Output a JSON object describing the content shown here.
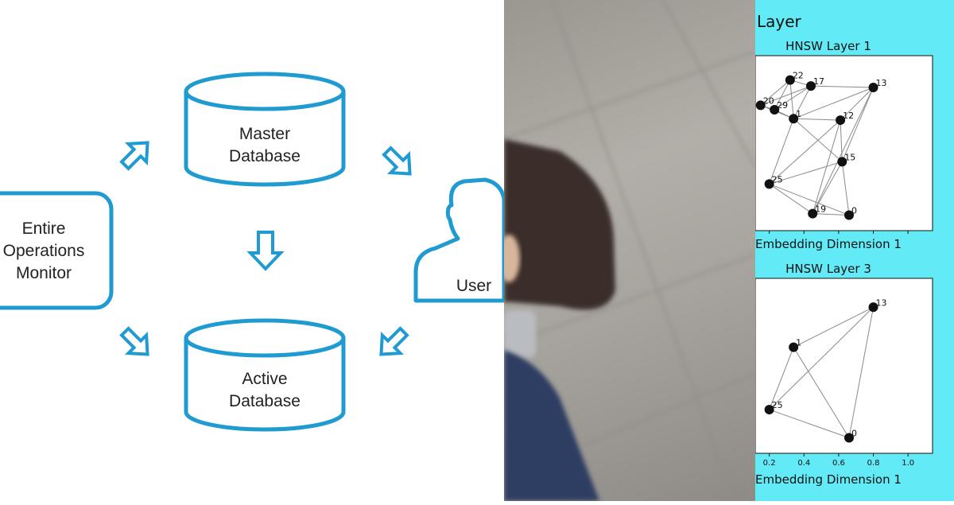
{
  "diagram": {
    "nodes": {
      "master_db": [
        "Master",
        "Database"
      ],
      "active_db": [
        "Active",
        "Database"
      ],
      "monitor": [
        "Entire",
        "Operations",
        "Monitor"
      ],
      "user": "User"
    },
    "accent_color": "#1f9bd1"
  },
  "photo": {
    "description_colors": {
      "pavement": "#a8a59f",
      "jacket": "#2d3e63",
      "bag": "#3a2b2a"
    }
  },
  "charts": {
    "panel_color": "#62eaf6",
    "header_fragment": "Layer",
    "chart_data": [
      {
        "type": "scatter",
        "title": "HNSW Layer 1",
        "xlabel": "Embedding Dimension 1",
        "xlim": [
          0.0,
          1.1
        ],
        "ylim": [
          0.0,
          1.05
        ],
        "points": [
          {
            "label": "22",
            "x": 0.32,
            "y": 0.95
          },
          {
            "label": "17",
            "x": 0.44,
            "y": 0.91
          },
          {
            "label": "13",
            "x": 0.8,
            "y": 0.9
          },
          {
            "label": "20",
            "x": 0.15,
            "y": 0.78
          },
          {
            "label": "29",
            "x": 0.23,
            "y": 0.75
          },
          {
            "label": "1",
            "x": 0.34,
            "y": 0.69
          },
          {
            "label": "12",
            "x": 0.61,
            "y": 0.68
          },
          {
            "label": "15",
            "x": 0.62,
            "y": 0.4
          },
          {
            "label": "25",
            "x": 0.2,
            "y": 0.25
          },
          {
            "label": "19",
            "x": 0.45,
            "y": 0.05
          },
          {
            "label": "0",
            "x": 0.66,
            "y": 0.04
          }
        ],
        "edges": [
          [
            "22",
            "17"
          ],
          [
            "22",
            "20"
          ],
          [
            "22",
            "29"
          ],
          [
            "22",
            "1"
          ],
          [
            "17",
            "29"
          ],
          [
            "17",
            "1"
          ],
          [
            "17",
            "20"
          ],
          [
            "20",
            "29"
          ],
          [
            "29",
            "1"
          ],
          [
            "20",
            "1"
          ],
          [
            "1",
            "12"
          ],
          [
            "1",
            "13"
          ],
          [
            "12",
            "13"
          ],
          [
            "17",
            "13"
          ],
          [
            "12",
            "15"
          ],
          [
            "13",
            "15"
          ],
          [
            "12",
            "25"
          ],
          [
            "1",
            "25"
          ],
          [
            "15",
            "25"
          ],
          [
            "15",
            "19"
          ],
          [
            "15",
            "0"
          ],
          [
            "25",
            "19"
          ],
          [
            "25",
            "0"
          ],
          [
            "12",
            "19"
          ],
          [
            "13",
            "19"
          ],
          [
            "19",
            "0"
          ],
          [
            "1",
            "15"
          ]
        ]
      },
      {
        "type": "scatter",
        "title": "HNSW Layer 3",
        "xlabel": "Embedding Dimension 1",
        "xlim": [
          0.0,
          1.1
        ],
        "ylim": [
          0.0,
          1.05
        ],
        "xticks": [
          "0.2",
          "0.4",
          "0.6",
          "0.8",
          "1.0"
        ],
        "xtick_values": [
          0.2,
          0.4,
          0.6,
          0.8,
          1.0
        ],
        "points": [
          {
            "label": "13",
            "x": 0.8,
            "y": 0.92
          },
          {
            "label": "1",
            "x": 0.34,
            "y": 0.65
          },
          {
            "label": "25",
            "x": 0.2,
            "y": 0.23
          },
          {
            "label": "0",
            "x": 0.66,
            "y": 0.04
          }
        ],
        "edges": [
          [
            "13",
            "1"
          ],
          [
            "13",
            "25"
          ],
          [
            "13",
            "0"
          ],
          [
            "1",
            "25"
          ],
          [
            "1",
            "0"
          ],
          [
            "25",
            "0"
          ]
        ]
      }
    ]
  }
}
